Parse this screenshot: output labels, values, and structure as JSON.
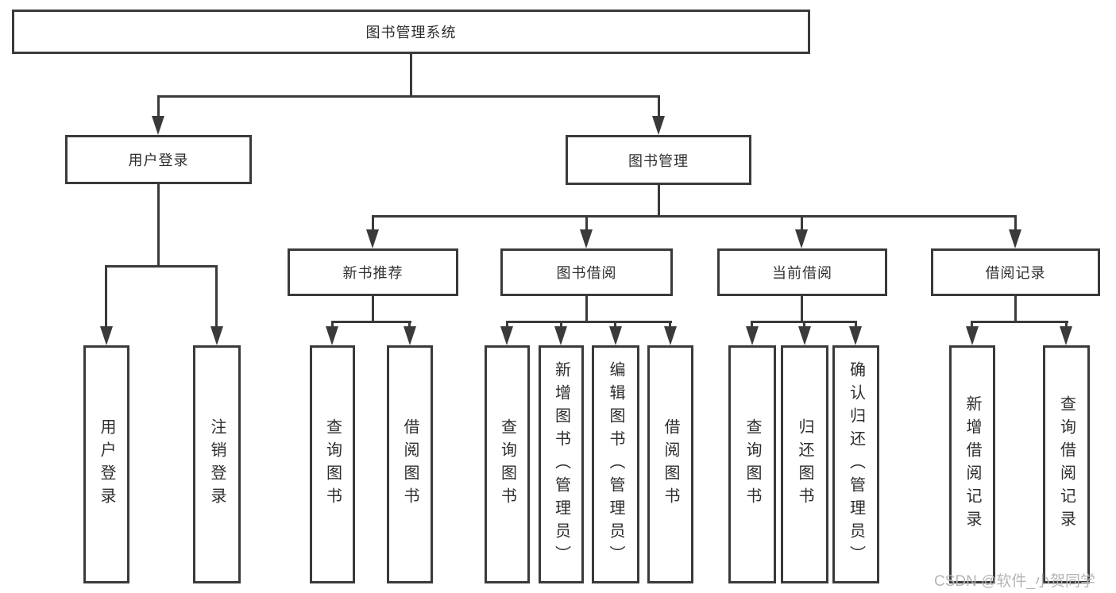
{
  "diagram": {
    "root": {
      "label": "图书管理系统"
    },
    "level2": [
      {
        "label": "用户登录"
      },
      {
        "label": "图书管理"
      }
    ],
    "level3": [
      {
        "label": "新书推荐"
      },
      {
        "label": "图书借阅"
      },
      {
        "label": "当前借阅"
      },
      {
        "label": "借阅记录"
      }
    ],
    "leaves": {
      "user_login": [
        "用户登录",
        "注销登录"
      ],
      "new_book_recommend": [
        "查询图书",
        "借阅图书"
      ],
      "book_borrow": [
        "查询图书",
        "新增图书（管理员）",
        "编辑图书（管理员）",
        "借阅图书"
      ],
      "current_borrow": [
        "查询图书",
        "归还图书",
        "确认归还（管理员）"
      ],
      "borrow_records": [
        "新增借阅记录",
        "查询借阅记录"
      ]
    }
  },
  "watermark": {
    "text": "CSDN @软件_小贺同学"
  },
  "colors": {
    "line": "#3a3a3a",
    "text": "#2e2e2e",
    "watermark": "#b5b5b5",
    "background": "#ffffff"
  }
}
